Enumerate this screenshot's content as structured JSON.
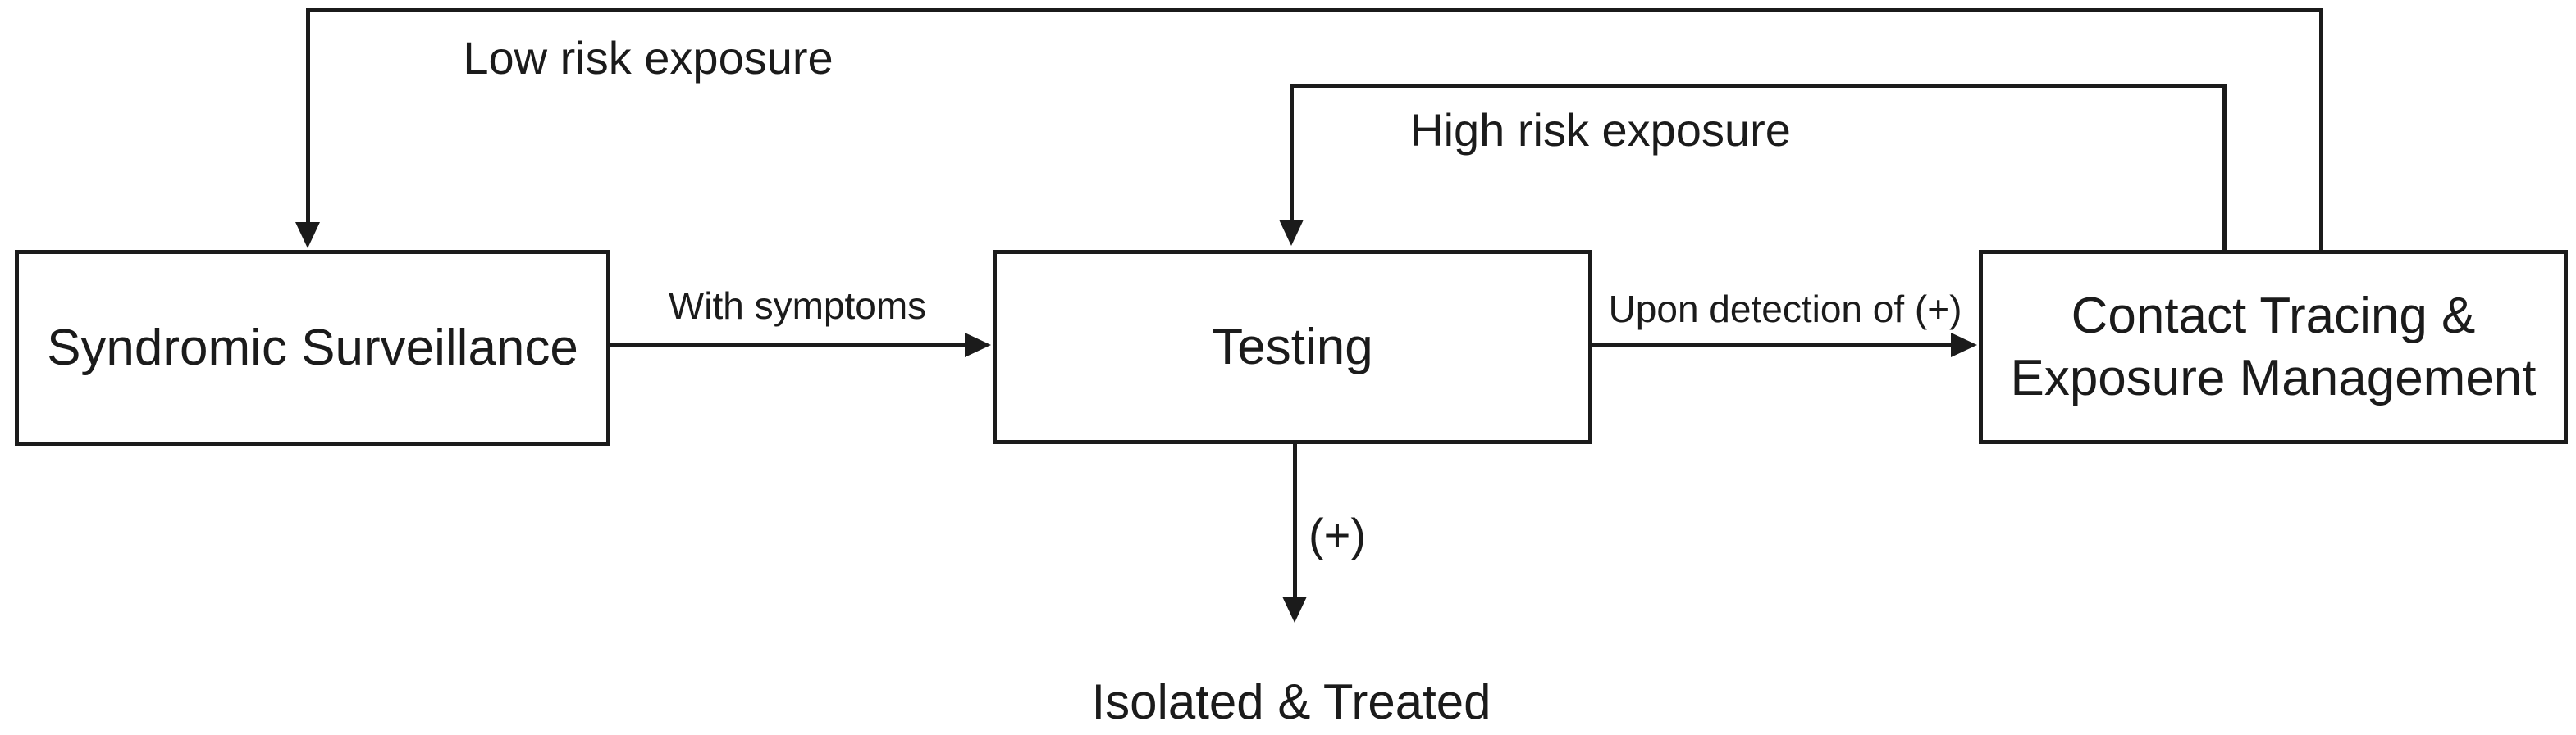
{
  "diagram": {
    "background": "#ffffff",
    "ink_color": "#1b1b1b",
    "nodes": [
      {
        "id": "syndromic-surveillance",
        "shape": "box",
        "label": "Syndromic Surveillance"
      },
      {
        "id": "testing",
        "shape": "box",
        "label": "Testing"
      },
      {
        "id": "contact-tracing",
        "shape": "box",
        "label": "Contact Tracing &\nExposure Management"
      },
      {
        "id": "isolated-treated",
        "shape": "text",
        "label": "Isolated & Treated"
      }
    ],
    "edges": [
      {
        "from": "syndromic-surveillance",
        "to": "testing",
        "label": "With symptoms"
      },
      {
        "from": "testing",
        "to": "contact-tracing",
        "label": "Upon detection of (+)"
      },
      {
        "from": "testing",
        "to": "isolated-treated",
        "label": "(+)"
      },
      {
        "from": "contact-tracing",
        "to": "testing",
        "label": "High risk exposure"
      },
      {
        "from": "contact-tracing",
        "to": "syndromic-surveillance",
        "label": "Low risk exposure"
      }
    ]
  }
}
